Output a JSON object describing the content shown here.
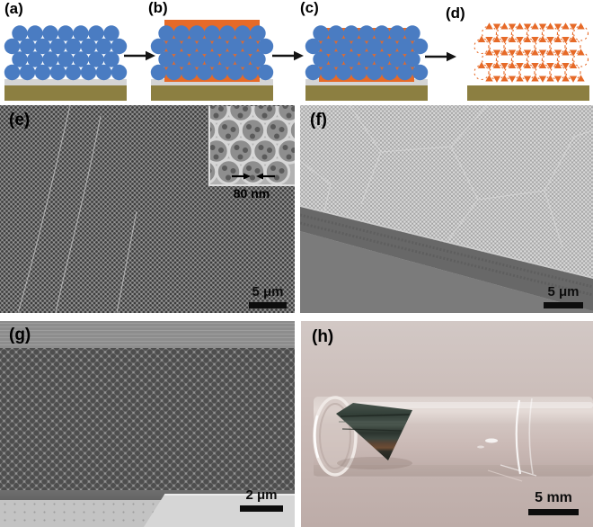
{
  "figure": {
    "panel_labels": {
      "a": "(a)",
      "b": "(b)",
      "c": "(c)",
      "d": "(d)",
      "e": "(e)",
      "f": "(f)",
      "g": "(g)",
      "h": "(h)"
    },
    "scale_bars": {
      "e": "5 μm",
      "f": "5 μm",
      "g": "2 μm",
      "h": "5 mm"
    },
    "inset": {
      "dimension_label": "80 nm"
    },
    "colors": {
      "sphere_blue": "#4a7cc2",
      "infill_orange": "#e66a28",
      "substrate_olive": "#8c7f41",
      "substrate_gray_layer": "#d4d4d4",
      "scale_bar_black": "#111111"
    }
  }
}
